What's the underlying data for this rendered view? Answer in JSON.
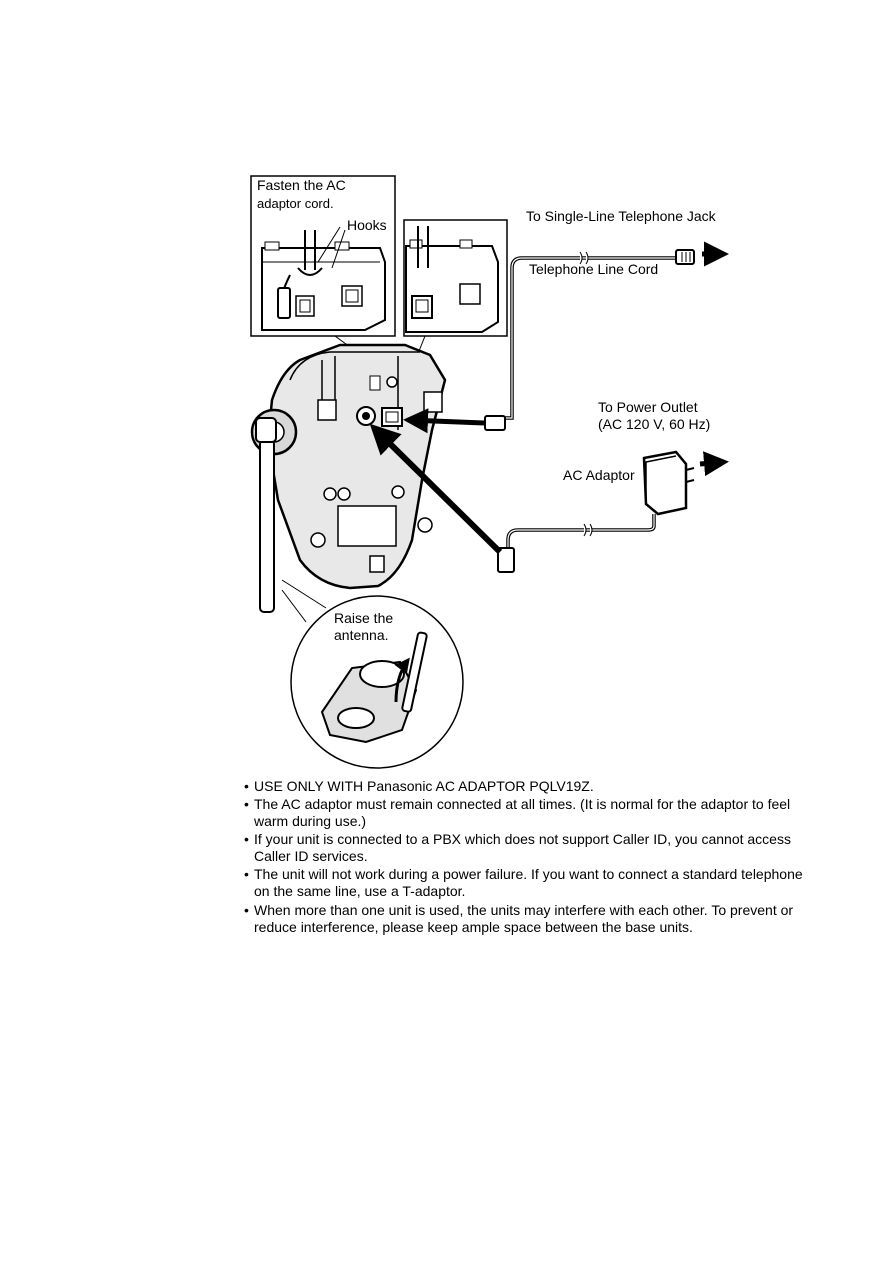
{
  "labels": {
    "fasten_line1": "Fasten the AC",
    "fasten_line2": "adaptor cord.",
    "hooks": "Hooks",
    "single_line_jack": "To Single-Line Telephone Jack",
    "telephone_line_cord": "Telephone Line Cord",
    "power_outlet_line1": "To Power Outlet",
    "power_outlet_line2": "(AC 120 V, 60 Hz)",
    "ac_adaptor": "AC Adaptor",
    "raise_line1": "Raise the",
    "raise_line2": "antenna."
  },
  "notes": [
    "USE ONLY WITH Panasonic AC ADAPTOR PQLV19Z.",
    "The AC adaptor must remain connected at all times. (It is normal for the adaptor to feel warm during use.)",
    "If your unit is connected to a PBX which does not support Caller ID, you cannot access Caller ID services.",
    "The unit will not work during a power failure. If you want to connect a standard telephone on the same line, use a T-adaptor.",
    "When more than one unit is used, the units may interfere with each other. To prevent or reduce interference, please keep ample space between the base units."
  ]
}
